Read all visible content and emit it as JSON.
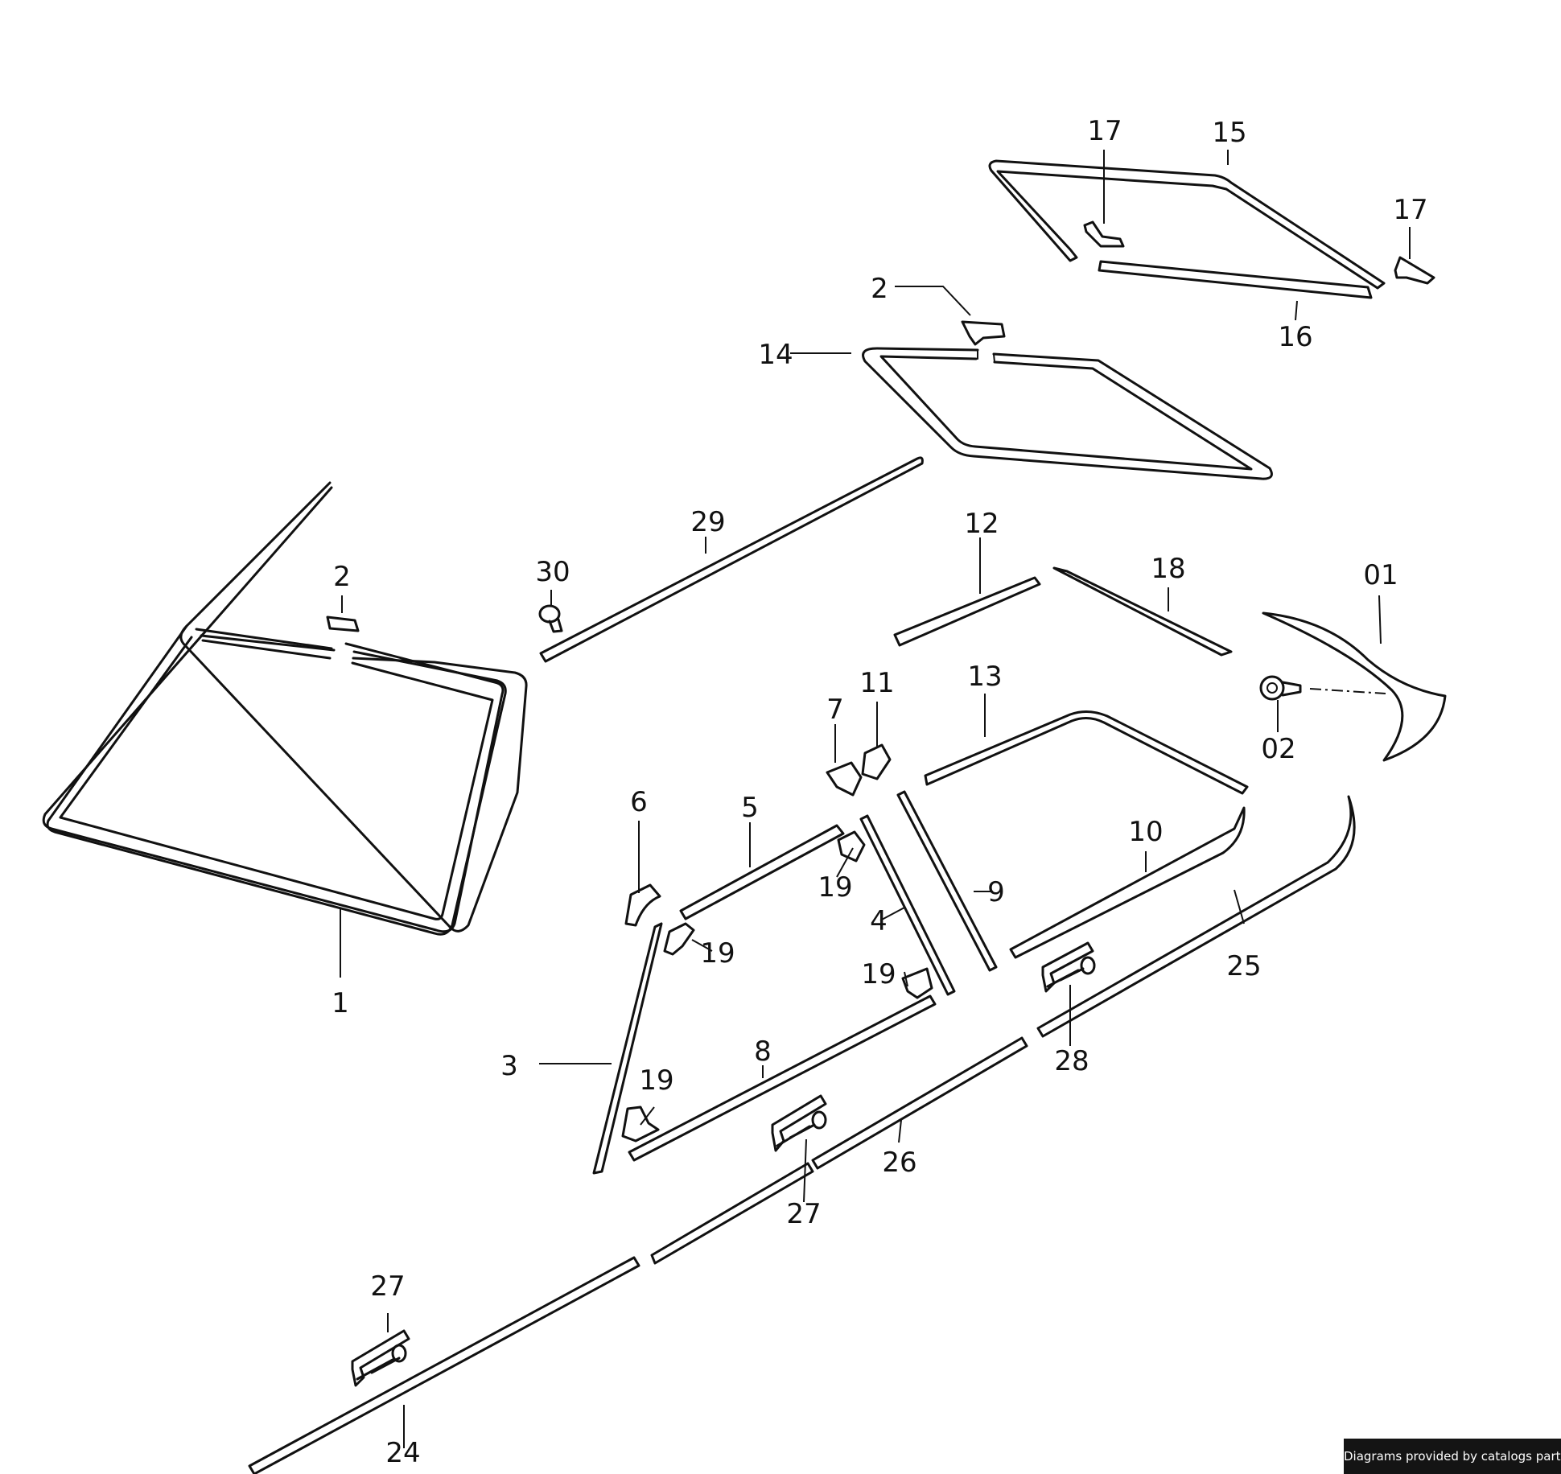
{
  "diagram": {
    "labels": {
      "p1": "1",
      "p2a": "2",
      "p2b": "2",
      "p3": "3",
      "p4": "4",
      "p5": "5",
      "p6": "6",
      "p7": "7",
      "p8": "8",
      "p9": "9",
      "p10": "10",
      "p11": "11",
      "p12": "12",
      "p13": "13",
      "p14": "14",
      "p15": "15",
      "p16": "16",
      "p17a": "17",
      "p17b": "17",
      "p18": "18",
      "p19a": "19",
      "p19b": "19",
      "p19c": "19",
      "p19d": "19",
      "p24": "24",
      "p25": "25",
      "p26": "26",
      "p27a": "27",
      "p27b": "27",
      "p28": "28",
      "p29": "29",
      "p30": "30",
      "p01": "01",
      "p02": "02"
    }
  },
  "footer": {
    "credit": "Diagrams provided by catalogs parts"
  }
}
